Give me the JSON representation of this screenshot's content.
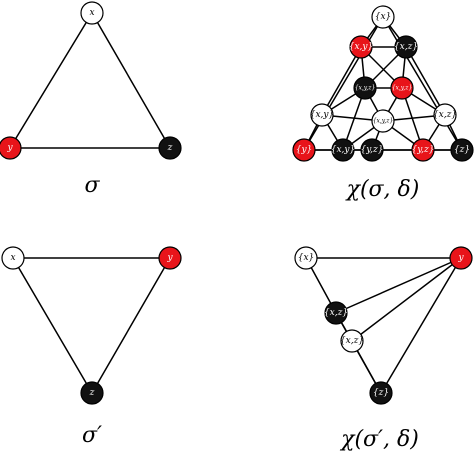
{
  "colors": {
    "red": "#e8141a",
    "black": "#111111",
    "white": "#ffffff"
  },
  "diagrams": [
    {
      "id": "sigma",
      "caption": "σ",
      "nodes": [
        {
          "label": "x",
          "color": "white"
        },
        {
          "label": "y",
          "color": "red"
        },
        {
          "label": "z",
          "color": "black"
        }
      ],
      "edges": [
        [
          0,
          1
        ],
        [
          1,
          2
        ],
        [
          2,
          0
        ]
      ]
    },
    {
      "id": "chi-sigma-delta",
      "caption": "χ(σ, δ)",
      "nodes": [
        {
          "label": "{x}",
          "color": "white"
        },
        {
          "label": "{x,y}",
          "color": "red"
        },
        {
          "label": "{x,z}",
          "color": "black"
        },
        {
          "label": "{x,y,z}",
          "color": "black"
        },
        {
          "label": "{x,y,z}",
          "color": "red"
        },
        {
          "label": "{x,y}",
          "color": "white"
        },
        {
          "label": "{x,y,z}",
          "color": "white"
        },
        {
          "label": "{x,z}",
          "color": "white"
        },
        {
          "label": "{y}",
          "color": "red"
        },
        {
          "label": "{x,y}",
          "color": "black"
        },
        {
          "label": "{y,z}",
          "color": "black"
        },
        {
          "label": "{y,z}",
          "color": "red"
        },
        {
          "label": "{z}",
          "color": "black"
        }
      ],
      "edges": [
        [
          0,
          1
        ],
        [
          0,
          2
        ],
        [
          1,
          2
        ],
        [
          1,
          3
        ],
        [
          1,
          4
        ],
        [
          2,
          4
        ],
        [
          2,
          7
        ],
        [
          3,
          4
        ],
        [
          3,
          5
        ],
        [
          3,
          6
        ],
        [
          4,
          6
        ],
        [
          4,
          7
        ],
        [
          5,
          6
        ],
        [
          5,
          8
        ],
        [
          5,
          9
        ],
        [
          6,
          7
        ],
        [
          6,
          9
        ],
        [
          6,
          10
        ],
        [
          6,
          11
        ],
        [
          7,
          11
        ],
        [
          7,
          12
        ],
        [
          8,
          9
        ],
        [
          9,
          10
        ],
        [
          10,
          11
        ],
        [
          11,
          12
        ],
        [
          1,
          5
        ],
        [
          2,
          3
        ],
        [
          3,
          9
        ],
        [
          4,
          11
        ],
        [
          0,
          8
        ],
        [
          0,
          12
        ],
        [
          8,
          12
        ]
      ]
    },
    {
      "id": "sigma-prime",
      "caption": "σ′",
      "nodes": [
        {
          "label": "x",
          "color": "white"
        },
        {
          "label": "y",
          "color": "red"
        },
        {
          "label": "z",
          "color": "black"
        }
      ],
      "edges": [
        [
          0,
          1
        ],
        [
          1,
          2
        ],
        [
          2,
          0
        ]
      ]
    },
    {
      "id": "chi-sigma-prime-delta",
      "caption": "χ(σ′, δ)",
      "nodes": [
        {
          "label": "{x}",
          "color": "white"
        },
        {
          "label": "y",
          "color": "red"
        },
        {
          "label": "{x,z}",
          "color": "black"
        },
        {
          "label": "{x,z}",
          "color": "white"
        },
        {
          "label": "{z}",
          "color": "black"
        }
      ],
      "edges": [
        [
          0,
          1
        ],
        [
          0,
          2
        ],
        [
          2,
          1
        ],
        [
          2,
          3
        ],
        [
          3,
          1
        ],
        [
          3,
          4
        ],
        [
          4,
          1
        ],
        [
          2,
          4
        ]
      ]
    }
  ]
}
